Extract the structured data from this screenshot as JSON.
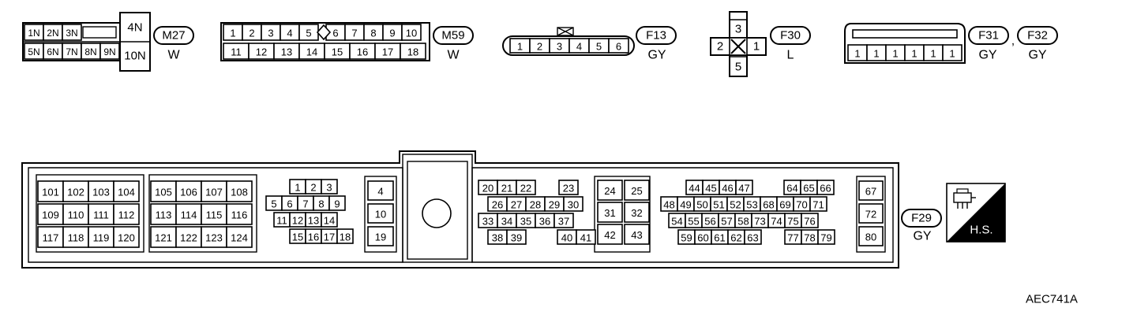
{
  "connectors": {
    "m27": {
      "id": "M27",
      "color": "W",
      "pins_top": [
        "1N",
        "2N",
        "3N"
      ],
      "pins_bottom": [
        "5N",
        "6N",
        "7N",
        "8N",
        "9N"
      ],
      "pins_right": [
        "4N",
        "10N"
      ]
    },
    "m59": {
      "id": "M59",
      "color": "W",
      "pins_top": [
        "1",
        "2",
        "3",
        "4",
        "5",
        "6",
        "7",
        "8",
        "9",
        "10"
      ],
      "pins_bottom": [
        "11",
        "12",
        "13",
        "14",
        "15",
        "16",
        "17",
        "18"
      ]
    },
    "f13": {
      "id": "F13",
      "color": "GY",
      "pins": [
        "1",
        "2",
        "3",
        "4",
        "5",
        "6"
      ]
    },
    "f30": {
      "id": "F30",
      "color": "L",
      "pin_top": "3",
      "pin_left": "2",
      "pin_right": "1",
      "pin_bottom": "5"
    },
    "f31_f32": {
      "id_a": "F31",
      "id_b": "F32",
      "separator": ",",
      "color_a": "GY",
      "color_b": "GY",
      "pins": [
        "1",
        "1",
        "1",
        "1",
        "1",
        "1"
      ]
    },
    "f29": {
      "id": "F29",
      "color": "GY",
      "block1": [
        [
          "101",
          "102",
          "103",
          "104"
        ],
        [
          "109",
          "110",
          "111",
          "112"
        ],
        [
          "117",
          "118",
          "119",
          "120"
        ]
      ],
      "block2": [
        [
          "105",
          "106",
          "107",
          "108"
        ],
        [
          "113",
          "114",
          "115",
          "116"
        ],
        [
          "121",
          "122",
          "123",
          "124"
        ]
      ],
      "block3": [
        [
          "1",
          "2",
          "3"
        ],
        [
          "5",
          "6",
          "7",
          "8",
          "9"
        ],
        [
          "11",
          "12",
          "13",
          "14"
        ],
        [
          "15",
          "16",
          "17",
          "18"
        ]
      ],
      "block4": [
        "4",
        "10",
        "19"
      ],
      "block5": [
        [
          "20",
          "21",
          "22",
          "23"
        ],
        [
          "26",
          "27",
          "28",
          "29",
          "30"
        ],
        [
          "33",
          "34",
          "35",
          "36",
          "37"
        ],
        [
          "38",
          "39",
          "40",
          "41"
        ]
      ],
      "block6": [
        [
          "24",
          "25"
        ],
        [
          "31",
          "32"
        ],
        [
          "42",
          "43"
        ]
      ],
      "block7": [
        [
          "44",
          "45",
          "46",
          "47",
          "64",
          "65",
          "66"
        ],
        [
          "48",
          "49",
          "50",
          "51",
          "52",
          "53",
          "68",
          "69",
          "70",
          "71"
        ],
        [
          "54",
          "55",
          "56",
          "57",
          "58",
          "73",
          "74",
          "75",
          "76"
        ],
        [
          "59",
          "60",
          "61",
          "62",
          "63",
          "77",
          "78",
          "79"
        ]
      ],
      "block8": [
        "67",
        "72",
        "80"
      ]
    }
  },
  "hs_badge": "H.S.",
  "reference": "AEC741A"
}
